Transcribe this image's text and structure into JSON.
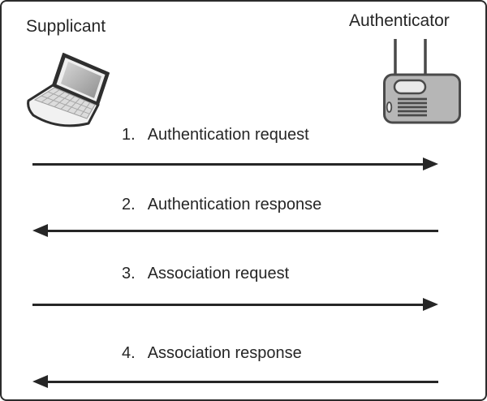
{
  "diagram": {
    "type": "sequence-diagram",
    "actors": {
      "supplicant": {
        "label": "Supplicant",
        "icon": "laptop-icon"
      },
      "authenticator": {
        "label": "Authenticator",
        "icon": "access-point-icon"
      }
    },
    "messages": [
      {
        "number": "1.",
        "label": "Authentication request",
        "direction": "right"
      },
      {
        "number": "2.",
        "label": "Authentication response",
        "direction": "left"
      },
      {
        "number": "3.",
        "label": "Association request",
        "direction": "right"
      },
      {
        "number": "4.",
        "label": "Association response",
        "direction": "left"
      }
    ],
    "colors": {
      "text": "#262626",
      "arrow": "#262626",
      "frame_border": "#2b2b2b",
      "device_body": "#b6b6b6",
      "device_outline": "#4a4a4a"
    }
  }
}
